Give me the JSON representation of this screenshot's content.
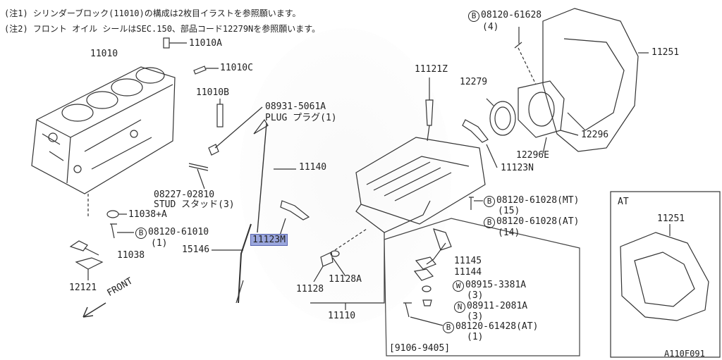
{
  "notes": {
    "note1": "(注1) シリンダーブロック(11010)の構成は2枚目イラストを参照願います。",
    "note2": "(注2) フロント オイル シールはSEC.150、部品コード12279Nを参照願います。"
  },
  "labels": {
    "p11010": "11010",
    "p11010A": "11010A",
    "p11010C": "11010C",
    "p11010B": "11010B",
    "p08931": "08931-5061A",
    "plug": "PLUG プラグ(1)",
    "p11140": "11140",
    "p08227": "08227-02810",
    "stud": "STUD スタッド(3)",
    "p11038A": "11038+A",
    "p08120_61010": "08120-61010",
    "qty_1a": "(1)",
    "p11038": "11038",
    "p12121": "12121",
    "front": "FRONT",
    "p15146": "15146",
    "p11123M": "11123M",
    "p11128": "11128",
    "p11128A": "11128A",
    "p11110": "11110",
    "p11121Z": "11121Z",
    "p12279": "12279",
    "p11123N": "11123N",
    "p08120_61628": "08120-61628",
    "qty_4": "(4)",
    "p11251": "11251",
    "p12296": "12296",
    "p12296E": "12296E",
    "p08120_61028mt": "08120-61028(MT)",
    "qty_15": "(15)",
    "p08120_61028at": "08120-61028(AT)",
    "qty_14": "(14)",
    "p11145": "11145",
    "p11144": "11144",
    "p08915": "08915-3381A",
    "qty_3a": "(3)",
    "p08911": "08911-2081A",
    "qty_3b": "(3)",
    "p08120_61428": "08120-61428(AT)",
    "qty_1b": "(1)",
    "date_range": "[9106-9405]",
    "at_title": "AT",
    "at_11251": "11251",
    "code": "A110F091"
  },
  "marks": {
    "B": "B",
    "W": "W",
    "N": "N"
  }
}
